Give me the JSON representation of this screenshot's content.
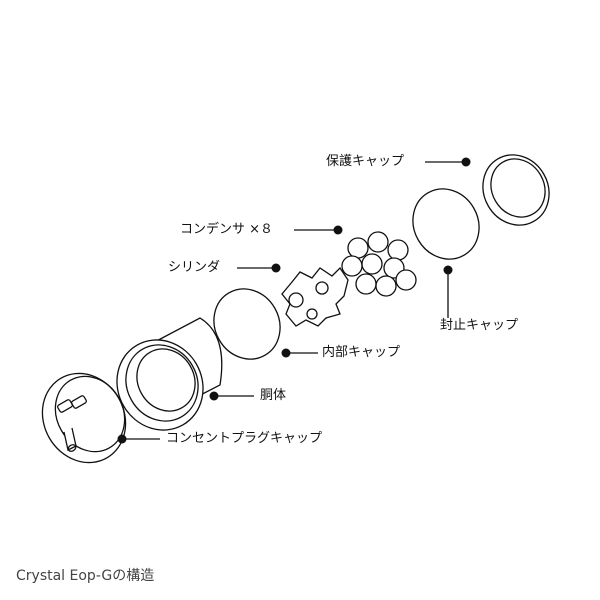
{
  "labels": {
    "protective_cap": "保護キャップ",
    "capacitor": "コンデンサ ×８",
    "cylinder": "シリンダ",
    "sealing_cap": "封止キャップ",
    "inner_cap": "内部キャップ",
    "body": "胴体",
    "outlet_plug_cap": "コンセントプラグキャップ"
  },
  "caption": "Crystal Eop-Gの構造",
  "colors": {
    "line": "#111111",
    "background": "#ffffff",
    "caption": "#444444"
  }
}
